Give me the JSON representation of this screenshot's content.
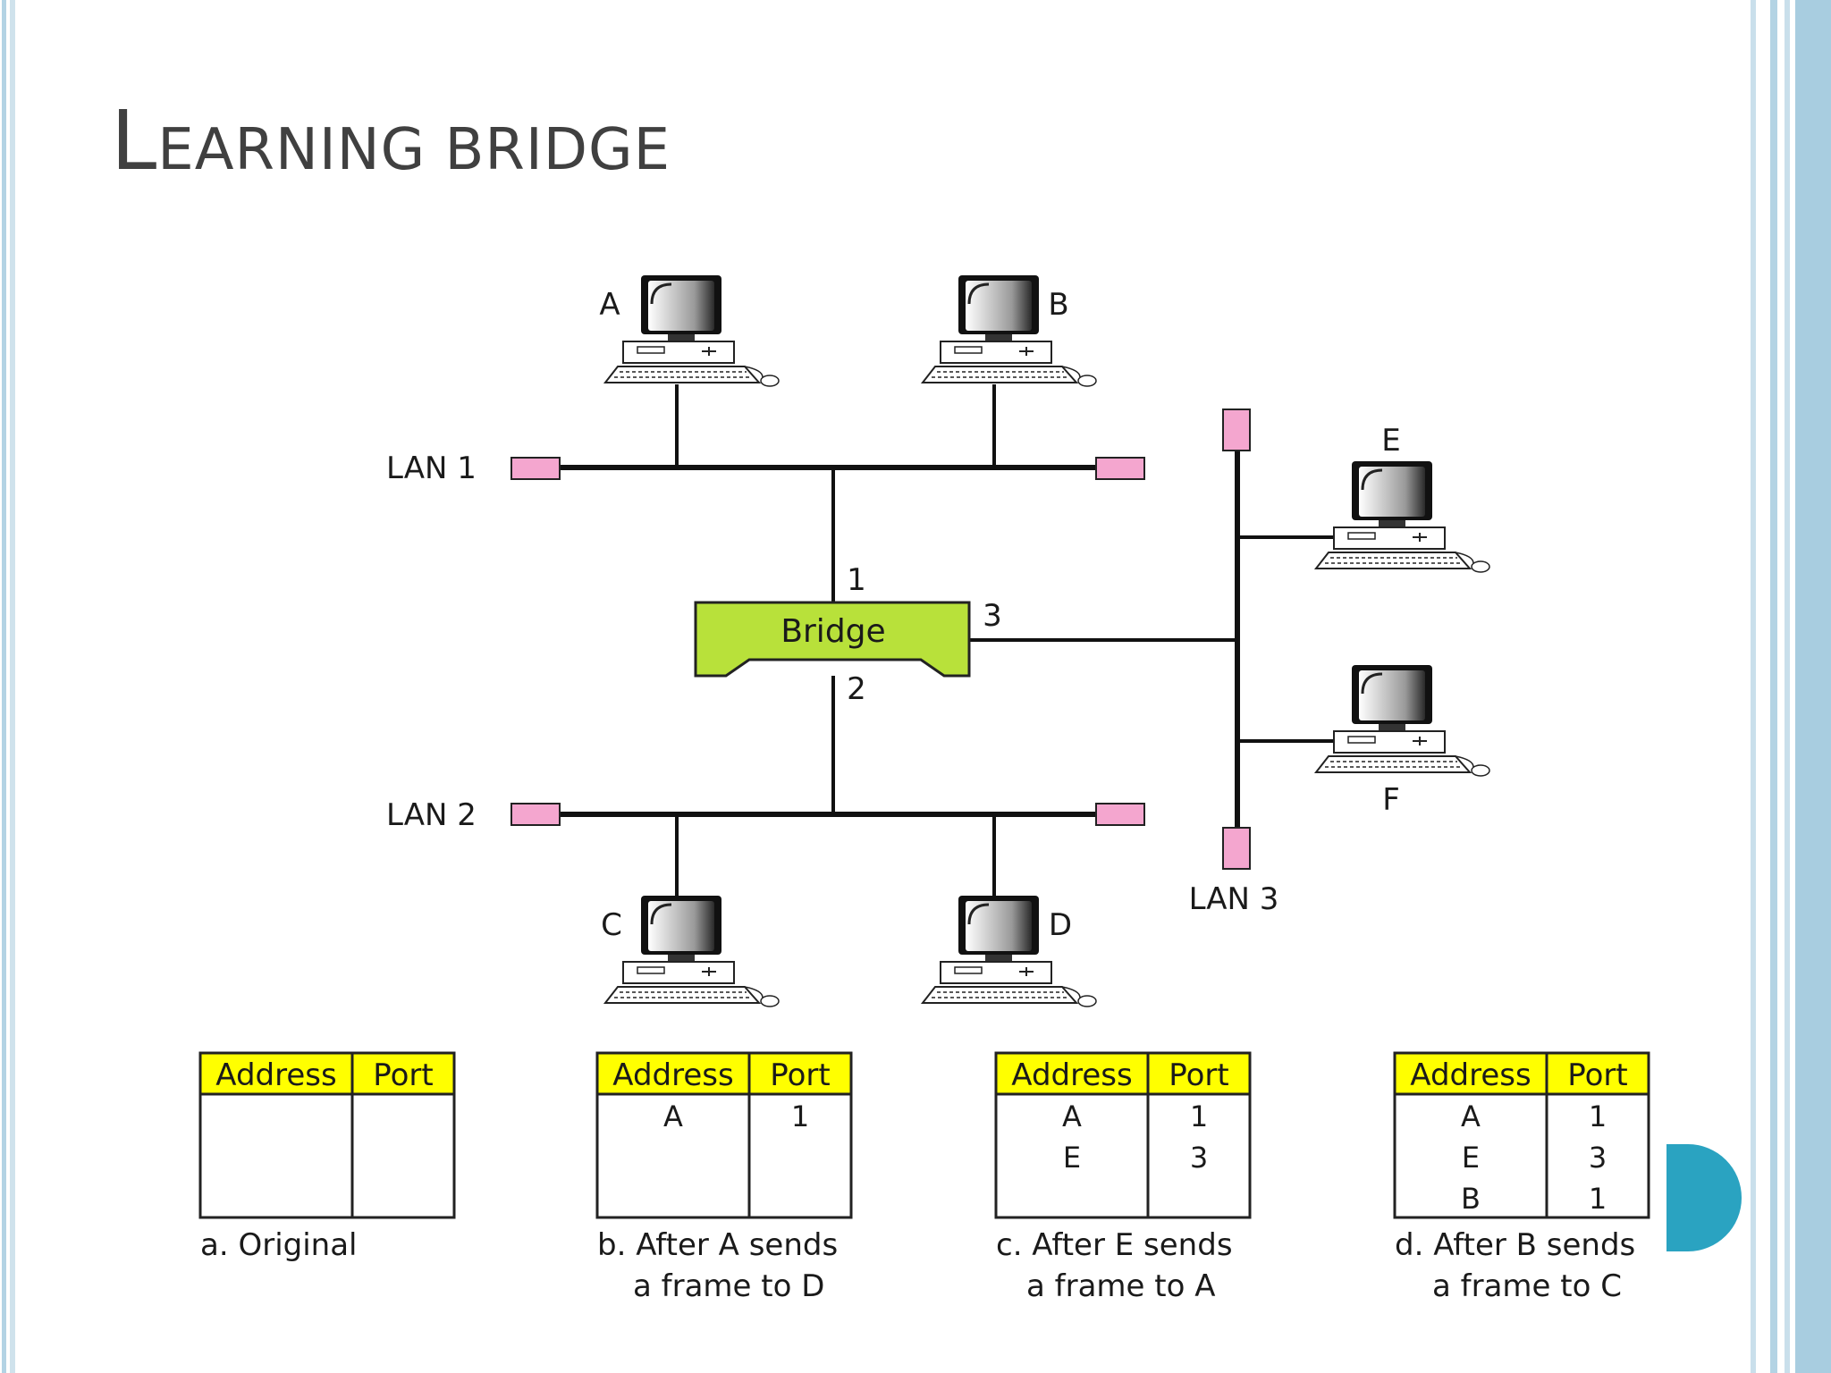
{
  "slide": {
    "title_first": "L",
    "title_rest": "EARNING BRIDGE"
  },
  "colors": {
    "bridge_fill": "#b8e13a",
    "terminator": "#f4a6cf",
    "table_header": "#ffff00",
    "accent": "#2aa3c1",
    "frame": "#b3d3e4"
  },
  "diagram": {
    "lans": {
      "lan1": "LAN 1",
      "lan2": "LAN 2",
      "lan3": "LAN 3"
    },
    "bridge": {
      "label": "Bridge",
      "port1": "1",
      "port2": "2",
      "port3": "3"
    },
    "stations": {
      "a": "A",
      "b": "B",
      "c": "C",
      "d": "D",
      "e": "E",
      "f": "F"
    },
    "table_headers": {
      "address": "Address",
      "port": "Port"
    },
    "tables": [
      {
        "caption_line1": "a. Original",
        "caption_line2": "",
        "rows": []
      },
      {
        "caption_line1": "b. After A sends",
        "caption_line2": "a frame to D",
        "rows": [
          {
            "address": "A",
            "port": "1"
          }
        ]
      },
      {
        "caption_line1": "c. After E sends",
        "caption_line2": "a frame to A",
        "rows": [
          {
            "address": "A",
            "port": "1"
          },
          {
            "address": "E",
            "port": "3"
          }
        ]
      },
      {
        "caption_line1": "d. After B sends",
        "caption_line2": "a frame to C",
        "rows": [
          {
            "address": "A",
            "port": "1"
          },
          {
            "address": "E",
            "port": "3"
          },
          {
            "address": "B",
            "port": "1"
          }
        ]
      }
    ]
  }
}
